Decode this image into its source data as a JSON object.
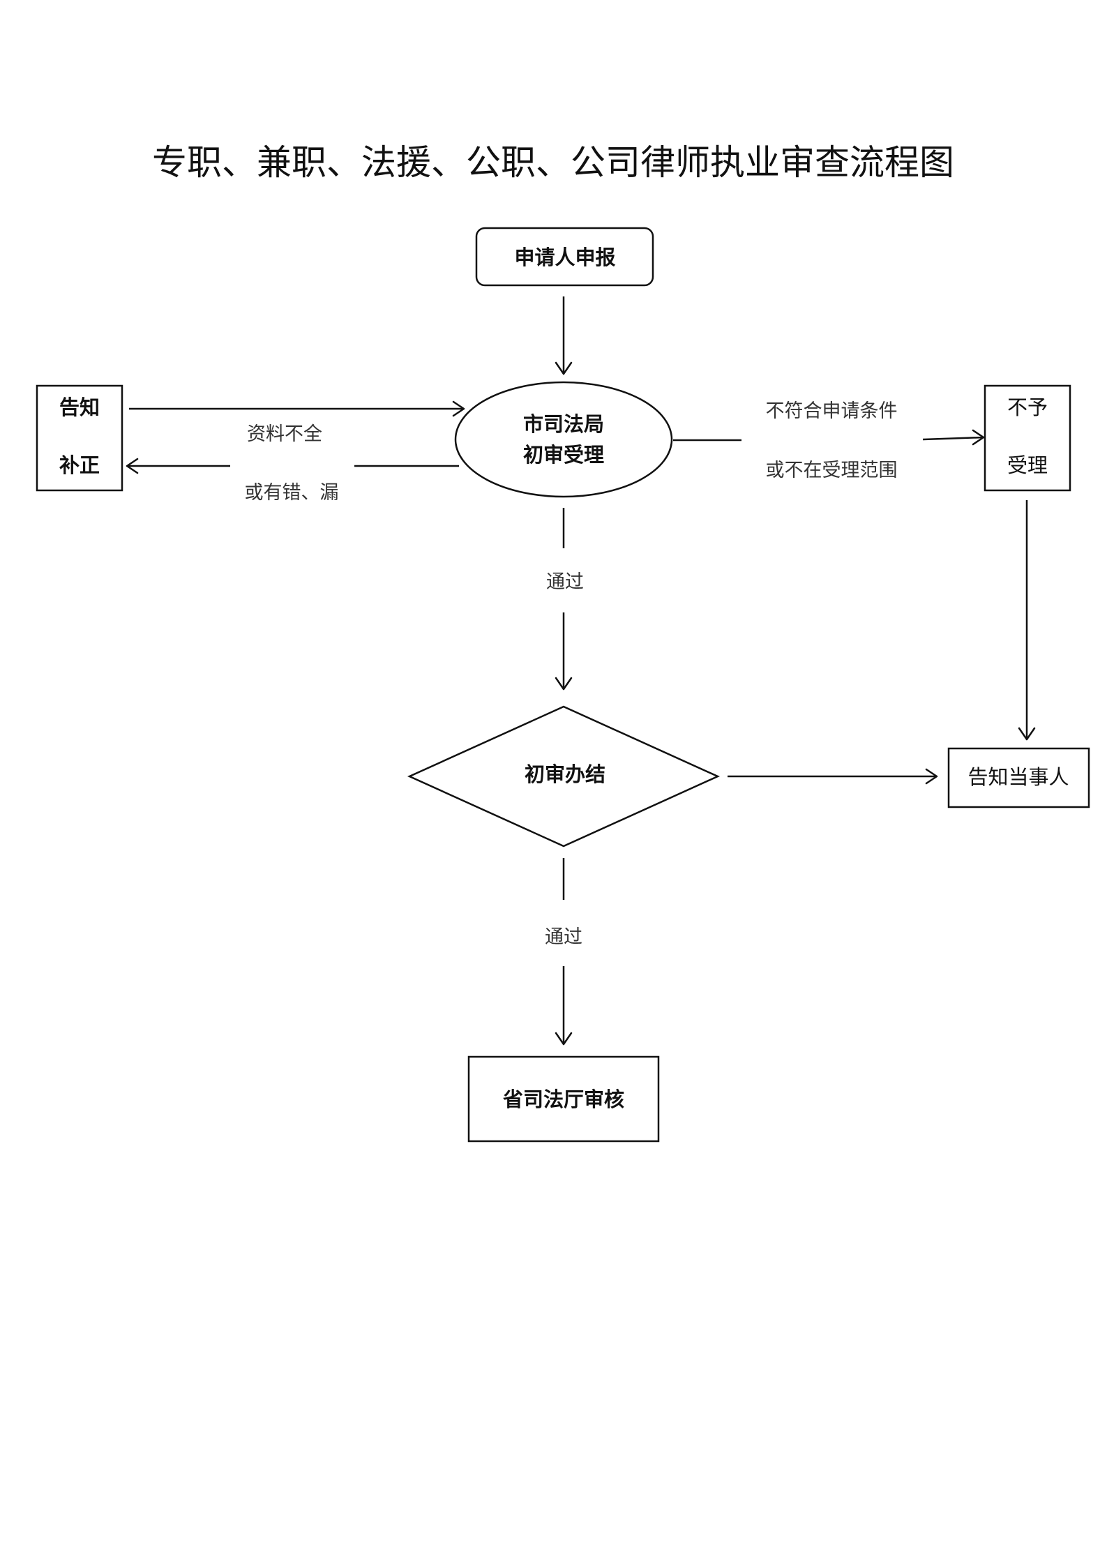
{
  "title": "专职、兼职、法援、公职、公司律师执业审查流程图",
  "nodes": {
    "apply": {
      "label": "申请人申报"
    },
    "city_accept": {
      "line1": "市司法局",
      "line2": "初审受理"
    },
    "notify_fix": {
      "line1": "告知",
      "line2": "补正"
    },
    "reject": {
      "line1": "不予",
      "line2": "受理"
    },
    "first_review_done": {
      "label": "初审办结"
    },
    "notify_party": {
      "label": "告知当事人"
    },
    "province_review": {
      "label": "省司法厅审核"
    }
  },
  "edges": {
    "incomplete_line1": "资料不全",
    "incomplete_line2": "或有错、漏",
    "ineligible_line1": "不符合申请条件",
    "ineligible_line2": "或不在受理范围",
    "pass_1": "通过",
    "pass_2": "通过"
  }
}
